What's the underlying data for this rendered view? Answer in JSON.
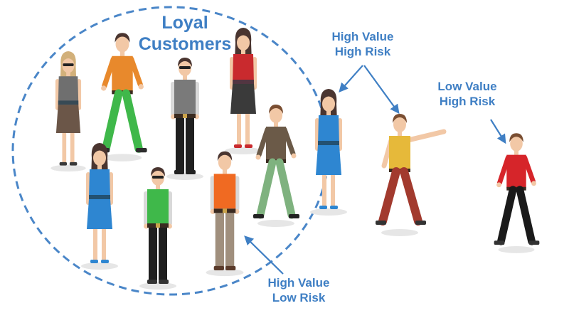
{
  "labels": {
    "loyal": {
      "line1": "Loyal",
      "line2": "Customers"
    },
    "high_value_high_risk": {
      "line1": "High Value",
      "line2": "High Risk"
    },
    "low_value_high_risk": {
      "line1": "Low Value",
      "line2": "High Risk"
    },
    "high_value_low_risk": {
      "line1": "High Value",
      "line2": "Low Risk"
    }
  },
  "colors": {
    "accent": "#3f7fc4",
    "circle": "#4a86c8",
    "skin": "#f2c8a6",
    "hair_dark": "#4a3530",
    "hair_blonde": "#d2b07a",
    "hair_brown": "#7a4e32",
    "shadow": "#e6e6e6"
  },
  "figures": [
    {
      "name": "person-grey-dress-woman",
      "shirt": "#6f6f6f",
      "pants": "#6b5648",
      "shoes": "#3a3a3a",
      "hair": "blonde",
      "type": "woman",
      "glasses": true
    },
    {
      "name": "person-orange-green-woman",
      "shirt": "#e8892c",
      "pants": "#3fb84a",
      "shoes": "#2d2d2d",
      "hair": "dark",
      "type": "walker"
    },
    {
      "name": "person-grey-vest-man",
      "shirt": "#7a7a7a",
      "pants": "#1f1f1f",
      "shoes": "#222222",
      "hair": "dark",
      "type": "man",
      "glasses": true
    },
    {
      "name": "person-red-top-woman",
      "shirt": "#c92a2e",
      "pants": "#3a3a3a",
      "shoes": "#c92a2e",
      "hair": "dark",
      "type": "woman"
    },
    {
      "name": "person-phone-man",
      "shirt": "#6b5a48",
      "pants": "#7fb27f",
      "shoes": "#222222",
      "hair": "brown",
      "type": "walker"
    },
    {
      "name": "person-blue-dress-woman-center",
      "shirt": "#2e86d1",
      "pants": "#2e86d1",
      "shoes": "#2e86d1",
      "hair": "dark",
      "type": "woman"
    },
    {
      "name": "person-blue-dress-woman-left",
      "shirt": "#2e86d1",
      "pants": "#2e86d1",
      "shoes": "#2e86d1",
      "hair": "dark",
      "type": "woman"
    },
    {
      "name": "person-green-vest-man",
      "shirt": "#3fb84a",
      "pants": "#1f1f1f",
      "shoes": "#333333",
      "hair": "dark",
      "type": "man",
      "glasses": true
    },
    {
      "name": "person-orange-vest-man",
      "shirt": "#f06a22",
      "pants": "#a08f7d",
      "shoes": "#5a3a2a",
      "hair": "dark",
      "type": "man"
    },
    {
      "name": "person-yellow-shirt-man",
      "shirt": "#e6b93a",
      "pants": "#a23a2e",
      "shoes": "#333333",
      "hair": "brown",
      "type": "pointer"
    },
    {
      "name": "person-red-shirt-man",
      "shirt": "#d6252a",
      "pants": "#1a1a1a",
      "shoes": "#333333",
      "hair": "brown",
      "type": "walker"
    }
  ]
}
